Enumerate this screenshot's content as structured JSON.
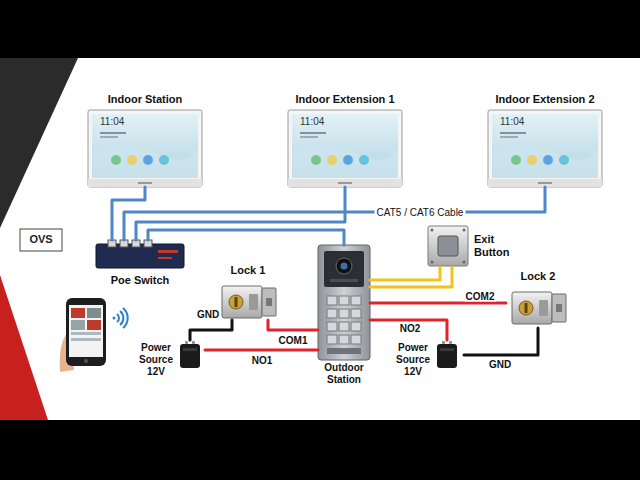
{
  "diagram": {
    "nodes": [
      {
        "text": [
          "Indoor Station",
          "11:04"
        ]
      },
      {
        "text": [
          "Indoor Extension 1",
          "11:04"
        ]
      },
      {
        "text": [
          "Indoor Extension 2",
          "11:04"
        ]
      },
      {
        "text": [
          "Exit Button"
        ]
      },
      {
        "text": [
          "Poe Switch"
        ]
      },
      {
        "text": [
          "Lock 1"
        ]
      },
      {
        "text": [
          "Outdoor Station"
        ]
      },
      {
        "text": [
          "Lock 2"
        ]
      },
      {
        "text": [
          "Power Source 12V"
        ]
      },
      {
        "text": [
          "Power Source 12V"
        ]
      }
    ],
    "edges": [
      {
        "from": 4,
        "to": 0,
        "arrow": "none"
      },
      {
        "from": 4,
        "to": 1,
        "arrow": "none"
      },
      {
        "from": 4,
        "to": 2,
        "label": "CAT5 / CAT6 Cable",
        "arrow": "none"
      },
      {
        "from": 4,
        "to": 6,
        "arrow": "none"
      },
      {
        "from": 5,
        "to": 8,
        "label": "GND",
        "arrow": "none"
      },
      {
        "from": 5,
        "to": 6,
        "label": "COM1",
        "arrow": "none"
      },
      {
        "from": 8,
        "to": 6,
        "label": "NO1",
        "arrow": "none"
      },
      {
        "from": 6,
        "to": 3,
        "arrow": "none"
      },
      {
        "from": 6,
        "to": 3,
        "arrow": "none"
      },
      {
        "from": 6,
        "to": 9,
        "label": "NO2",
        "arrow": "none"
      },
      {
        "from": 6,
        "to": 7,
        "label": "COM2",
        "arrow": "none"
      },
      {
        "from": 9,
        "to": 7,
        "label": "GND",
        "arrow": "none"
      }
    ],
    "labels": [
      "OVS"
    ]
  }
}
